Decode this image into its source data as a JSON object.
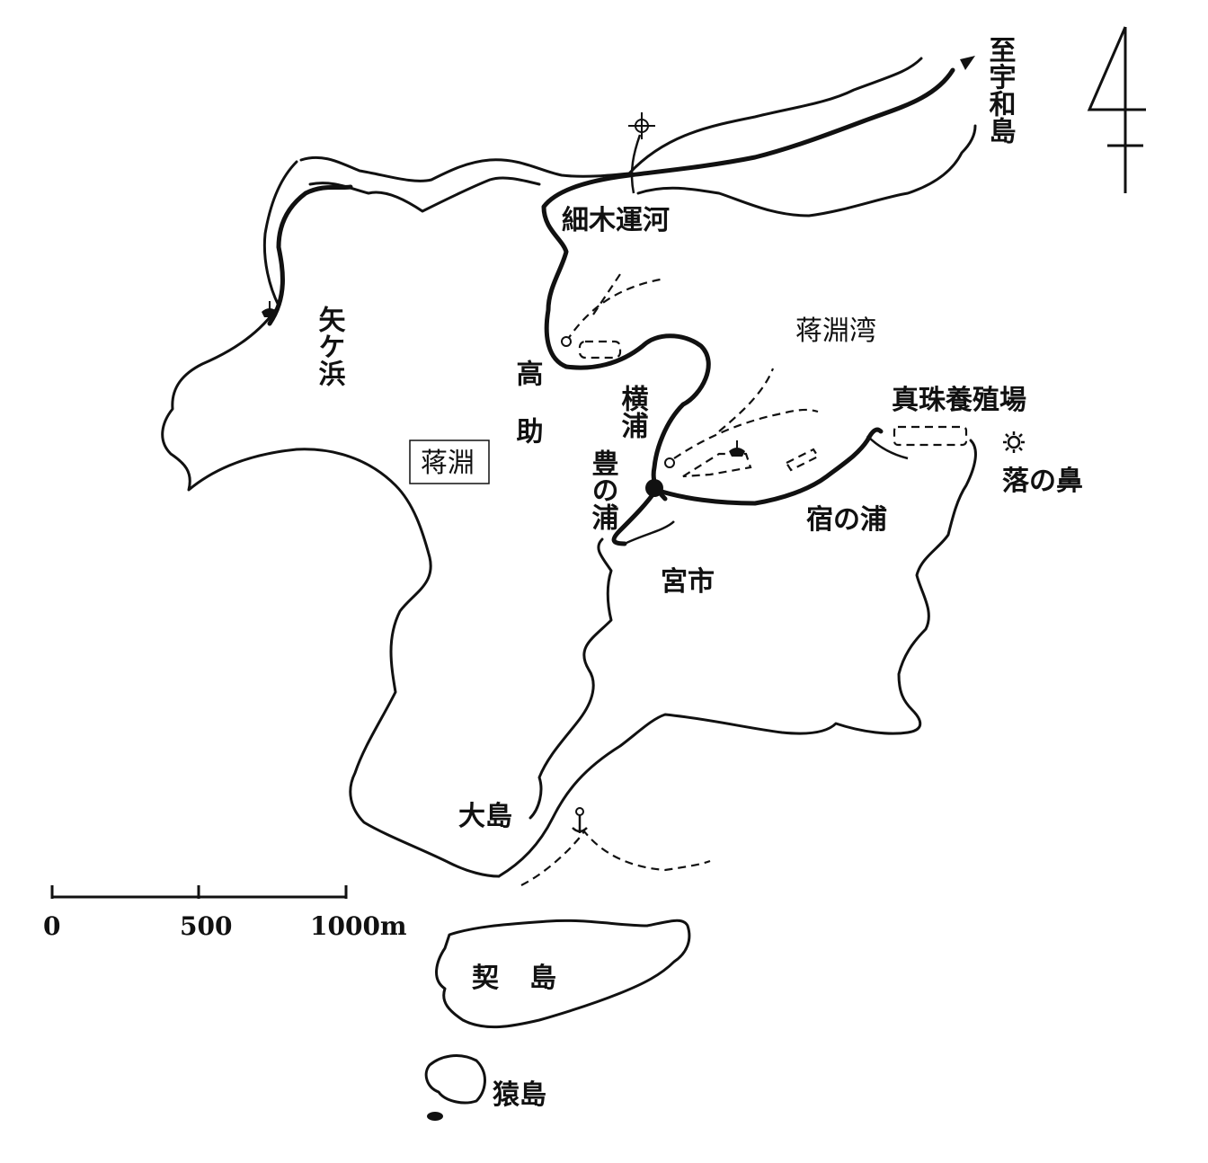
{
  "labels": {
    "to_uwajima": "至宇和島",
    "hosogi_canal": "細木運河",
    "yagahama": "矢ケ浜",
    "takasuke": "高助",
    "komodo_bay": "蒋淵湾",
    "komodo": "蒋淵",
    "yokoura": "横浦",
    "toyonoura": "豊の浦",
    "pearl_farm": "真珠養殖場",
    "ochinohana": "落の鼻",
    "shukunoura": "宿の浦",
    "miyaichi": "宮市",
    "oshima": "大島",
    "chigirijima": "契島",
    "sarushima": "猿島"
  },
  "scale_bar": {
    "ticks": [
      "0",
      "500",
      "1000m"
    ]
  },
  "icons": {
    "north_arrow": "north-arrow-icon",
    "shrine": "shrine-icon",
    "lighthouse": "lighthouse-icon",
    "harbor": "harbor-icon"
  }
}
